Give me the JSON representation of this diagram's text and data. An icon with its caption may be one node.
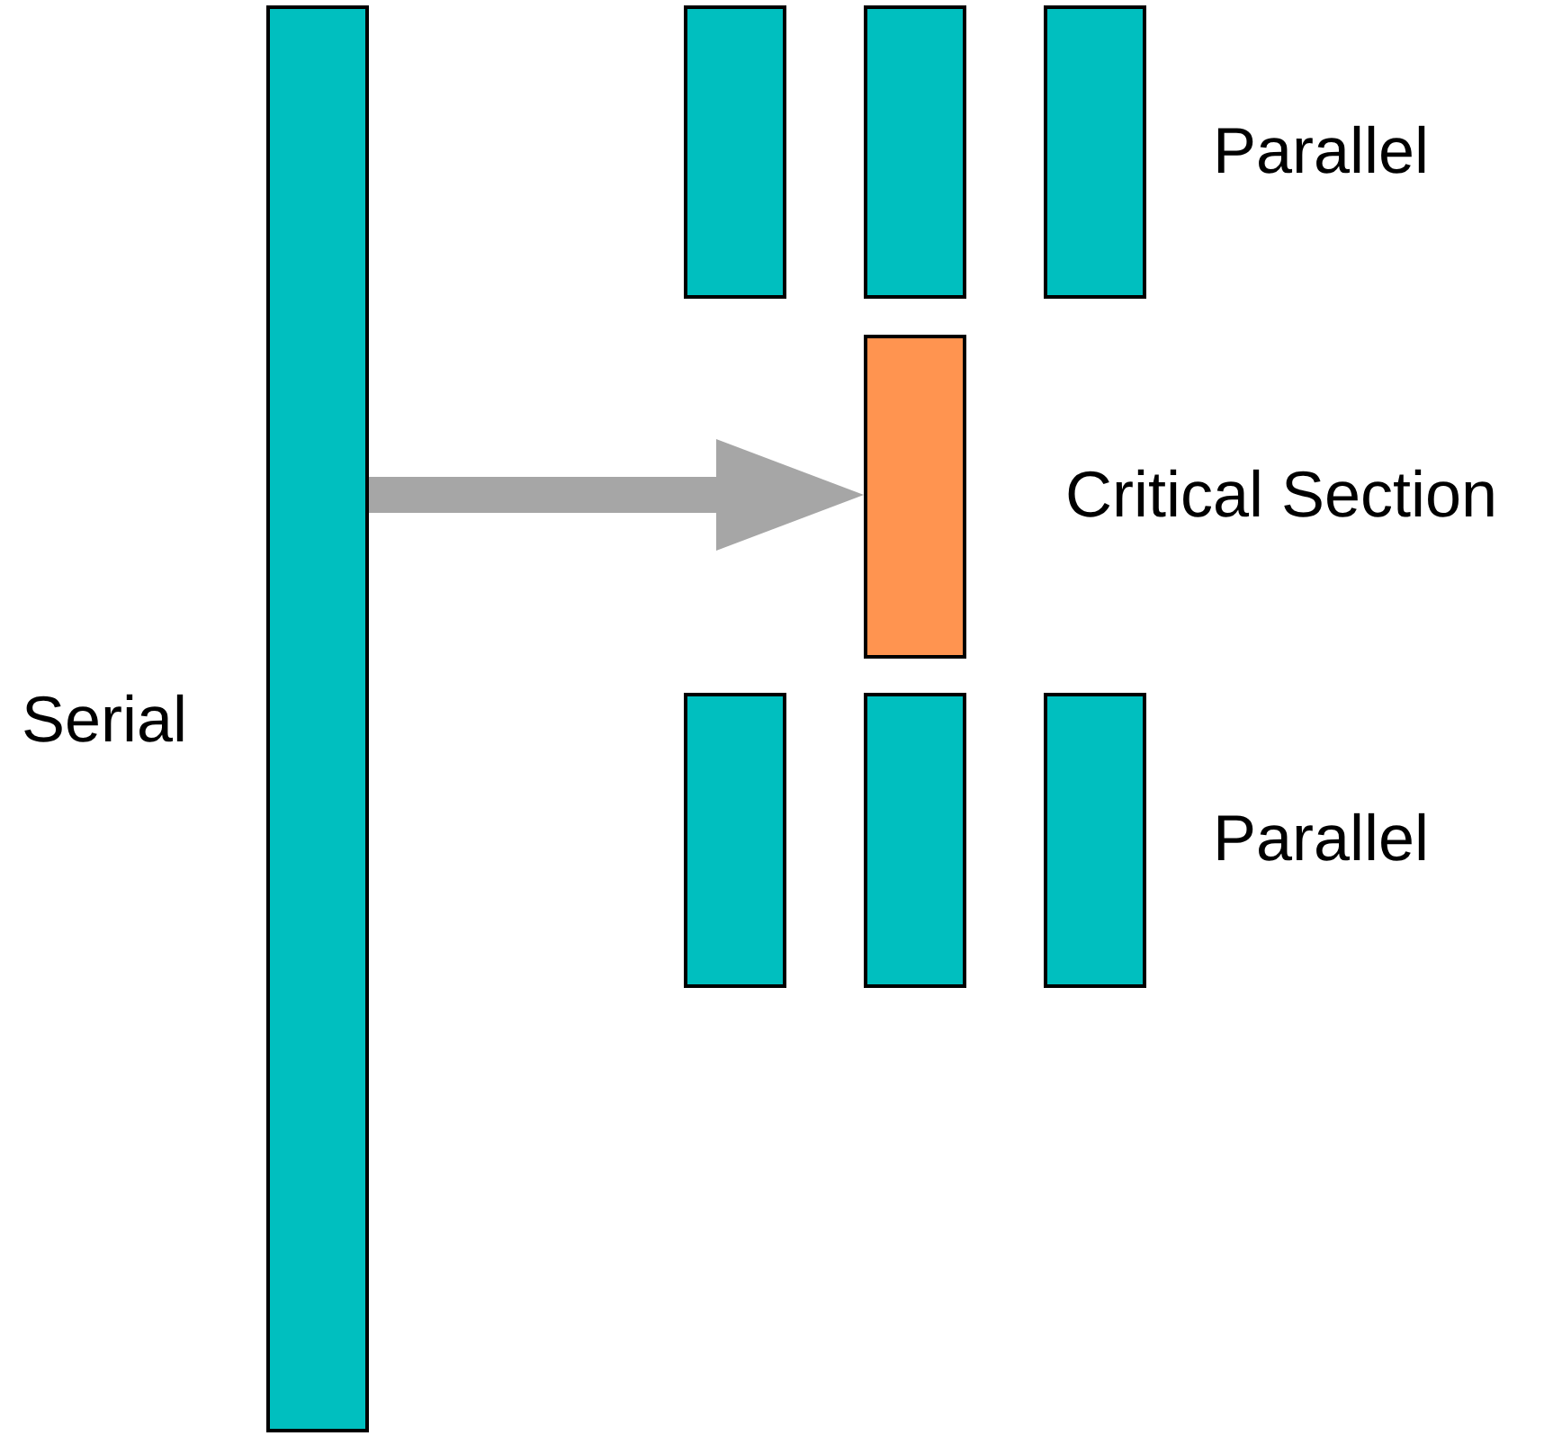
{
  "diagram": {
    "nodes": [
      {
        "text": [],
        "shape": "bar",
        "beside": [
          "Serial"
        ]
      },
      {
        "text": [],
        "shape": "bar"
      },
      {
        "text": [],
        "shape": "bar"
      },
      {
        "text": [],
        "shape": "bar",
        "beside": [
          "Parallel"
        ]
      },
      {
        "text": [],
        "shape": "bar",
        "beside": [
          "Critical Section"
        ]
      },
      {
        "text": [],
        "shape": "bar"
      },
      {
        "text": [],
        "shape": "bar"
      },
      {
        "text": [],
        "shape": "bar",
        "beside": [
          "Parallel"
        ]
      }
    ],
    "edges": [
      {
        "from": 0,
        "to": 4,
        "arrow": "to"
      }
    ]
  }
}
